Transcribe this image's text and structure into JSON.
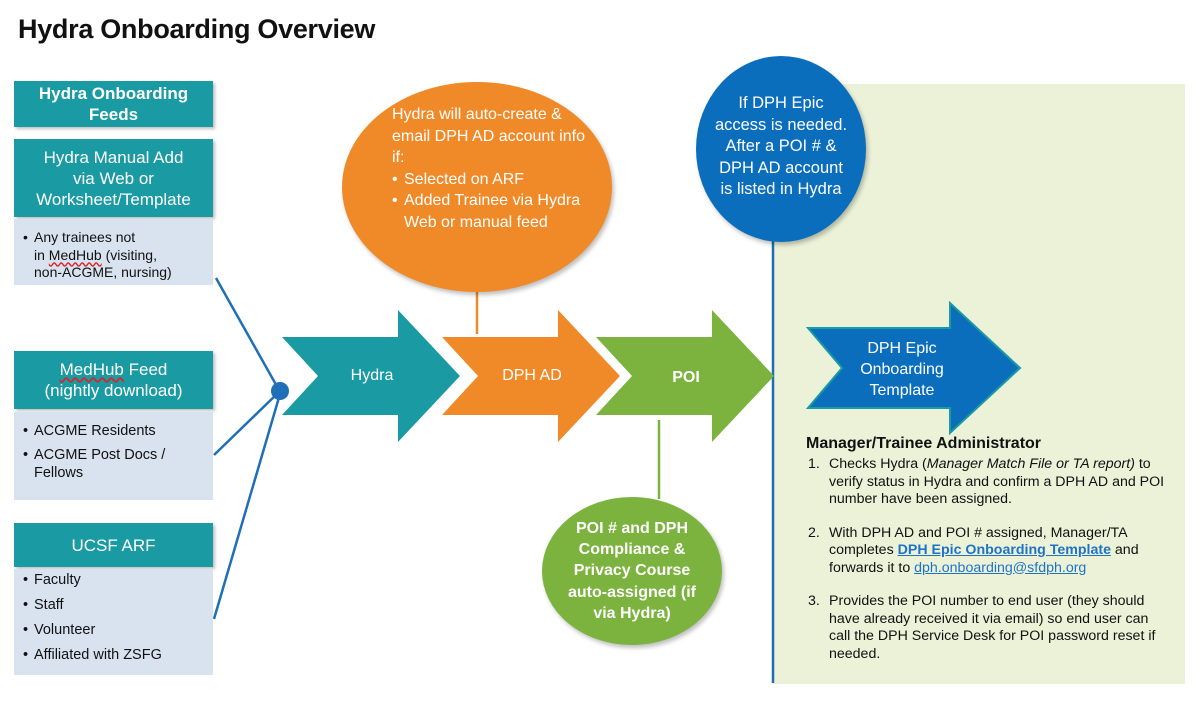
{
  "title": "Hydra Onboarding Overview",
  "feeds_header": "Hydra Onboarding Feeds",
  "manual_add": {
    "title_lines": [
      "Hydra Manual Add",
      "via Web or",
      "Worksheet/Template"
    ],
    "items": [
      {
        "prefix": "Any trainees not",
        "line2_pre": "in ",
        "line2_word": "MedHub",
        "line2_post": " (visiting,",
        "line3": "non-ACGME, nursing)"
      }
    ]
  },
  "medhub": {
    "title_word": "MedHub",
    "title_post": " Feed",
    "subtitle": "(nightly download)",
    "items": [
      "ACGME Residents",
      "ACGME Post Docs / Fellows"
    ]
  },
  "ucsf_arf": {
    "title": "UCSF ARF",
    "items": [
      "Faculty",
      "Staff",
      "Volunteer",
      "Affiliated with ZSFG"
    ]
  },
  "orange_circle": {
    "intro": "Hydra will auto-create & email DPH AD account info if:",
    "items": [
      "Selected on ARF",
      "Added Trainee via Hydra Web or manual feed"
    ]
  },
  "blue_circle": {
    "text1": "If DPH Epic access is needed.",
    "text2": "After a POI # & DPH AD account is listed in Hydra"
  },
  "green_circle": {
    "text": "POI # and DPH Compliance & Privacy Course auto-assigned (if via Hydra)"
  },
  "arrows": {
    "hydra": "Hydra",
    "dph_ad": "DPH AD",
    "poi": "POI",
    "epic_template": "DPH Epic Onboarding Template"
  },
  "manager": {
    "title": "Manager/Trainee Administrator",
    "step1": {
      "num": "1.",
      "pre": "Checks Hydra (",
      "italic": "Manager Match File or TA report)",
      "post": " to verify status in Hydra and confirm a DPH AD and POI number have been assigned."
    },
    "step2": {
      "num": "2.",
      "pre": "With DPH AD and POI # assigned, Manager/TA completes ",
      "link1": "DPH Epic Onboarding Template",
      "mid": " and forwards it to ",
      "link2": "dph.onboarding@sfdph.org"
    },
    "step3": {
      "num": "3.",
      "text": "Provides the POI number to end user (they should have already received it via email) so end user can call the DPH Service Desk for POI password reset if needed."
    }
  },
  "colors": {
    "teal": "#1a9ba4",
    "orange": "#f08a29",
    "green": "#7bb33e",
    "blue": "#0a6ebd",
    "light_blue": "#d9e3f0",
    "light_green": "#ebf2d8",
    "connector": "#1f6fb8"
  }
}
